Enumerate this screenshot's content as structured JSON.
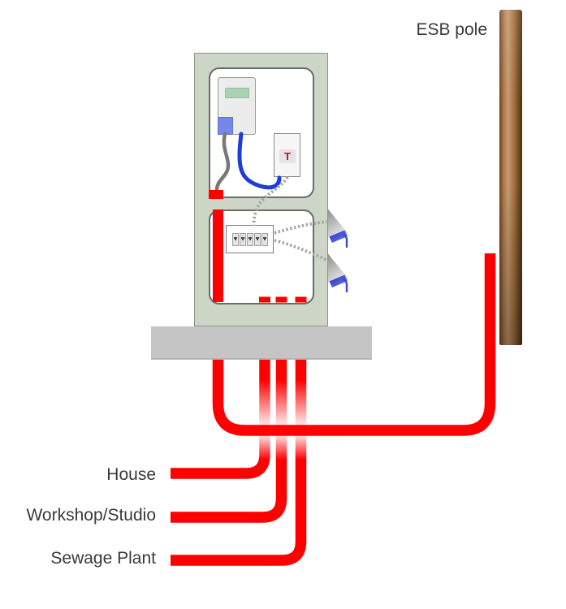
{
  "labels": {
    "pole": "ESB pole",
    "house": "House",
    "workshop": "Workshop/Studio",
    "sewage": "Sewage Plant"
  },
  "t_box": {
    "letter": "T"
  },
  "breaker_panel": {
    "count": 5
  },
  "colors": {
    "cable_red": "#ff0000",
    "pole_brown": "#9c6a3a",
    "cabinet_green": "#ccd5c6",
    "panel_white": "#ffffff",
    "wire_blue": "#1e3cd8",
    "wire_gray": "#787878",
    "meter_display_green": "#a9d2b3",
    "meter_terminal_blue": "#7588e6",
    "connector_blue": "#3948d8",
    "plinth_gray": "#c5c5c5",
    "label_text": "#3a3a3a"
  }
}
